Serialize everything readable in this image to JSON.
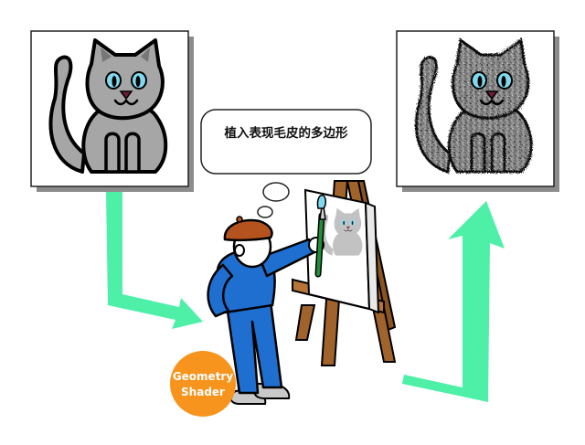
{
  "thought_bubble": {
    "text": "植入表现毛皮的多边形"
  },
  "shader_badge": {
    "line1": "Geometry",
    "line2": "Shader",
    "color": "#f7941d"
  },
  "colors": {
    "arrow": "#4ef0a8",
    "cat_body": "#a6a6a6",
    "cat_eye": "#7fd8ee",
    "cat_nose": "#6e1a3a",
    "painter_suit": "#1f6fd1",
    "beret": "#b5531e",
    "easel_wood": "#a0632b",
    "brush_handle": "#1f8f3a"
  },
  "icons": [
    "cat-flat-icon",
    "cat-fur-icon",
    "painter-icon",
    "easel-icon",
    "paintbrush-icon"
  ]
}
